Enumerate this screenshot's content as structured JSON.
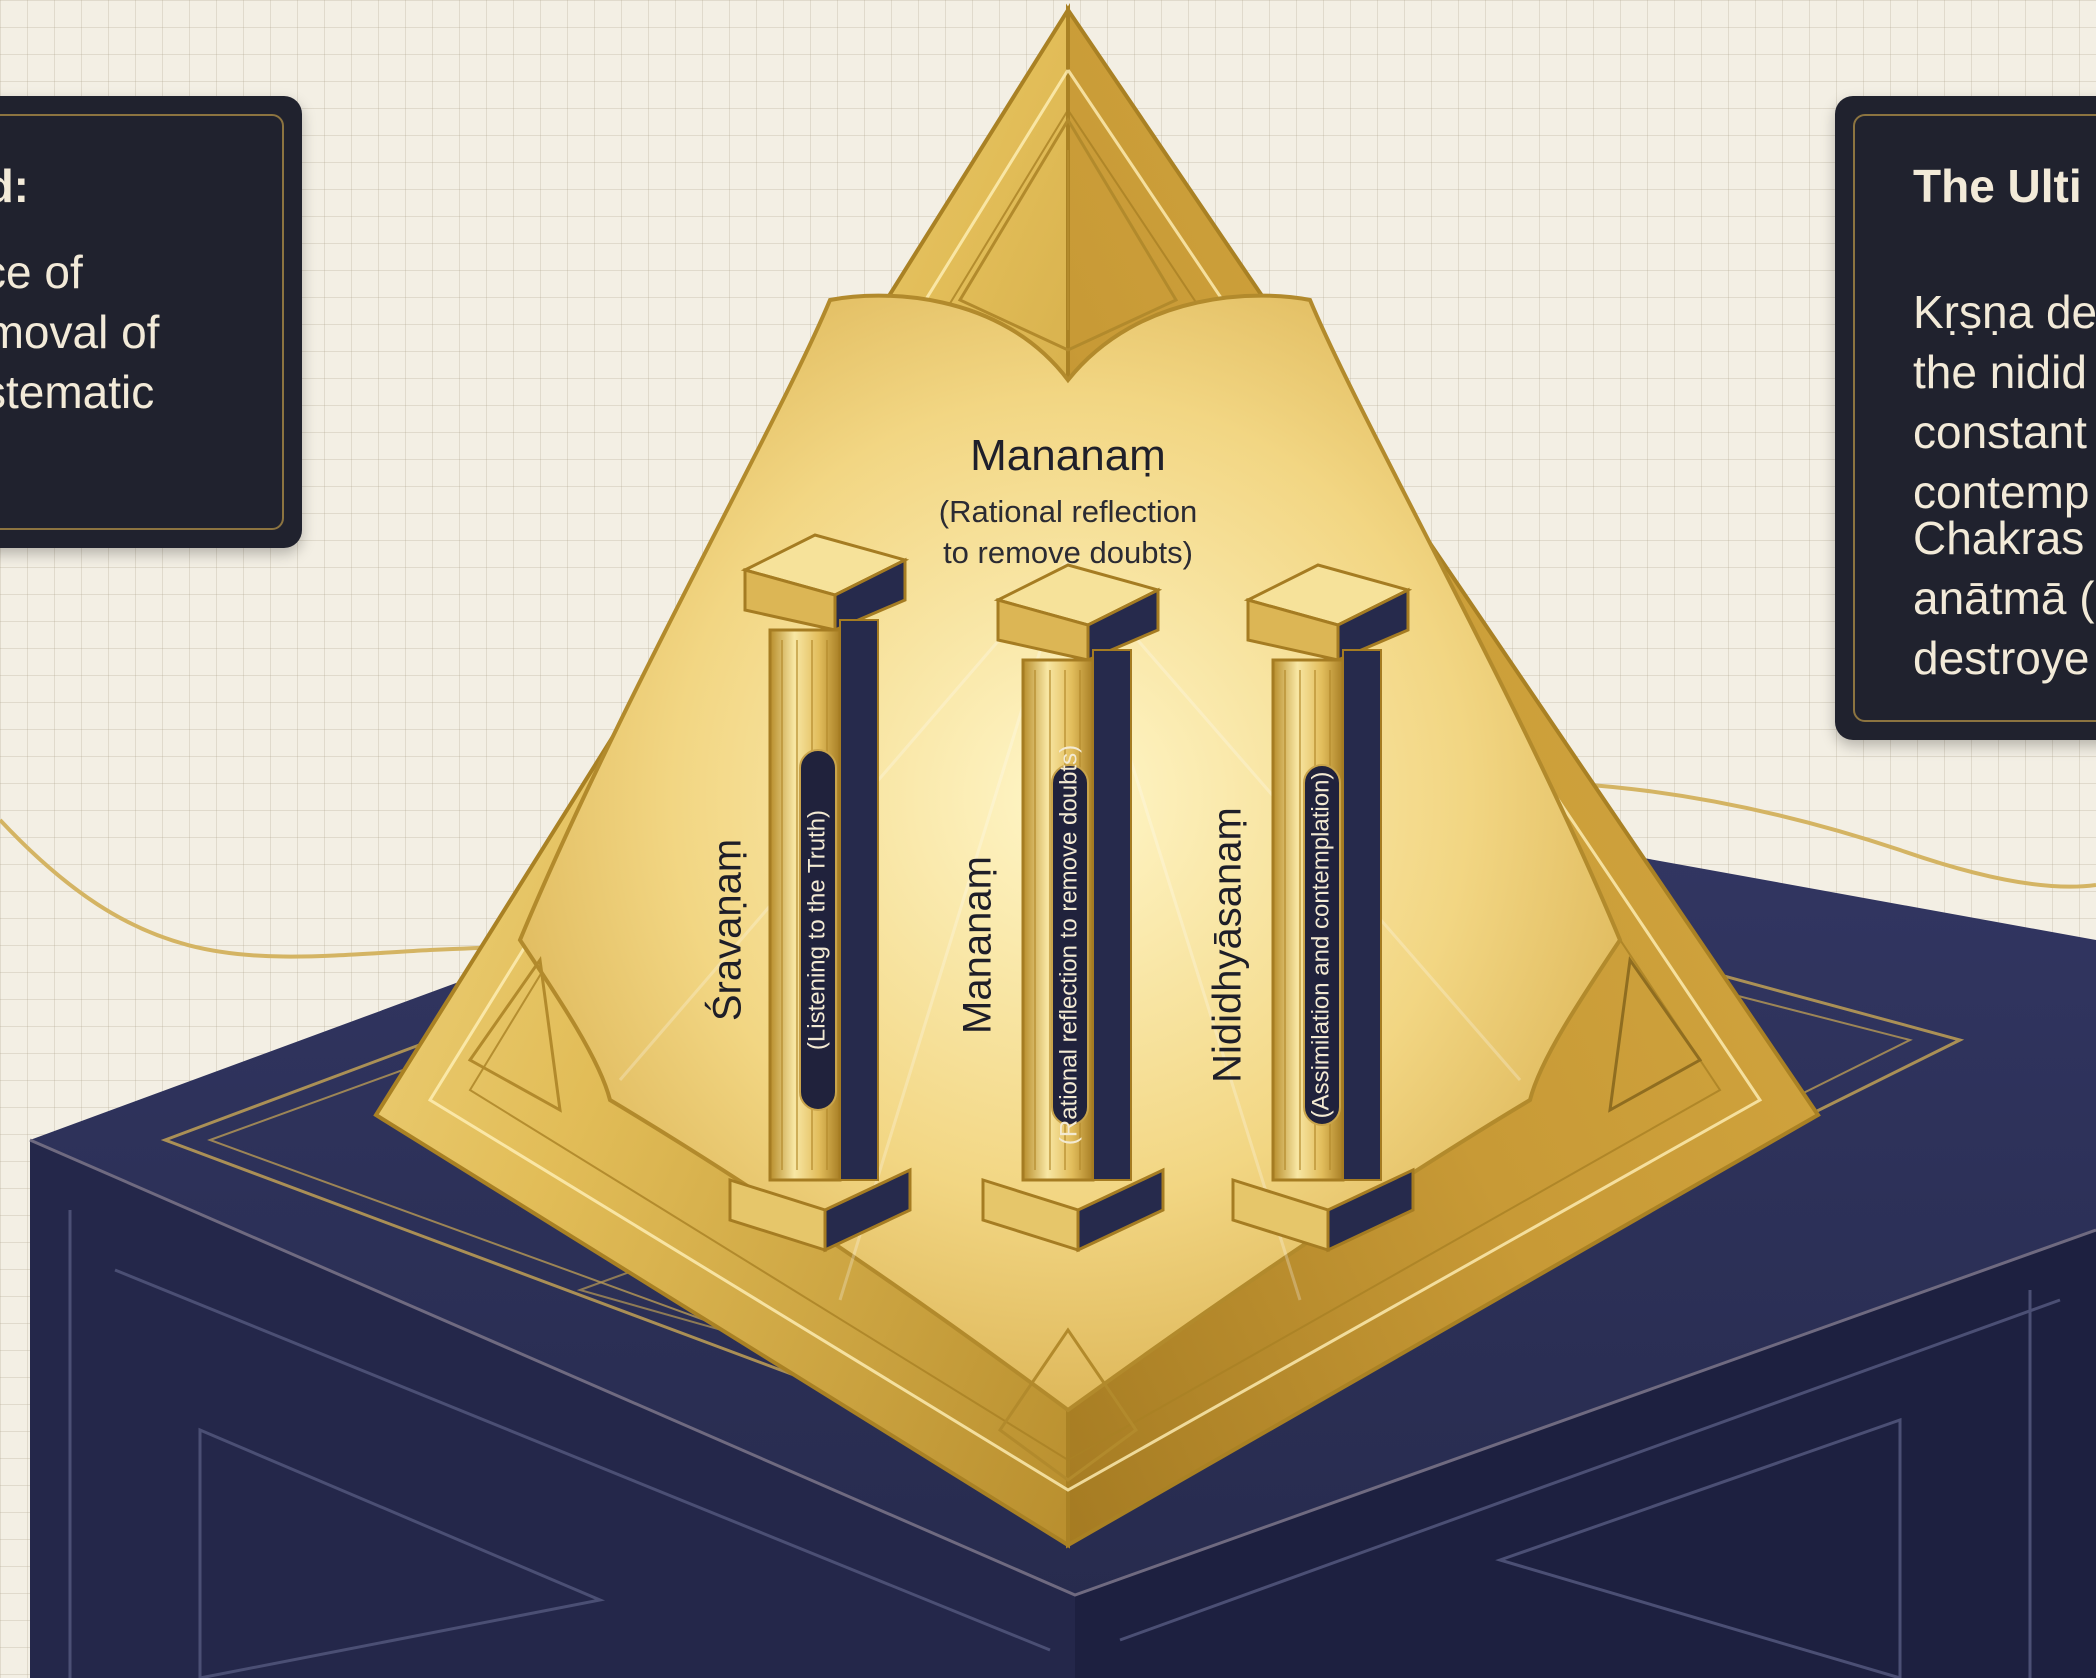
{
  "panels": {
    "left": {
      "title": "ed:",
      "body": "tice of\nemoval of\nystematic"
    },
    "right": {
      "title": "The Ulti",
      "body1": "Kṛṣṇa de\nthe nidid\nconstant\ncontemp",
      "body2": "Chakras\nanātmā (\ndestroye"
    }
  },
  "pyramid": {
    "apex_title": "Mananaṃ",
    "apex_subtitle_line1": "(Rational reflection",
    "apex_subtitle_line2": "to remove doubts)",
    "pillars": [
      {
        "name": "Śravaṇaṃ",
        "caption": "(Listening to the Truth)"
      },
      {
        "name": "Mananaṃ",
        "caption": "(Rational reflection to remove doubts)"
      },
      {
        "name": "Nididhyāsanaṃ",
        "caption": "(Assimilation and contemplation)"
      }
    ]
  },
  "colors": {
    "background": "#f3efe4",
    "navy": "#2a2d50",
    "gold": "#d9b24e",
    "gold_light": "#f6e7a6",
    "panel": "#20222e"
  }
}
